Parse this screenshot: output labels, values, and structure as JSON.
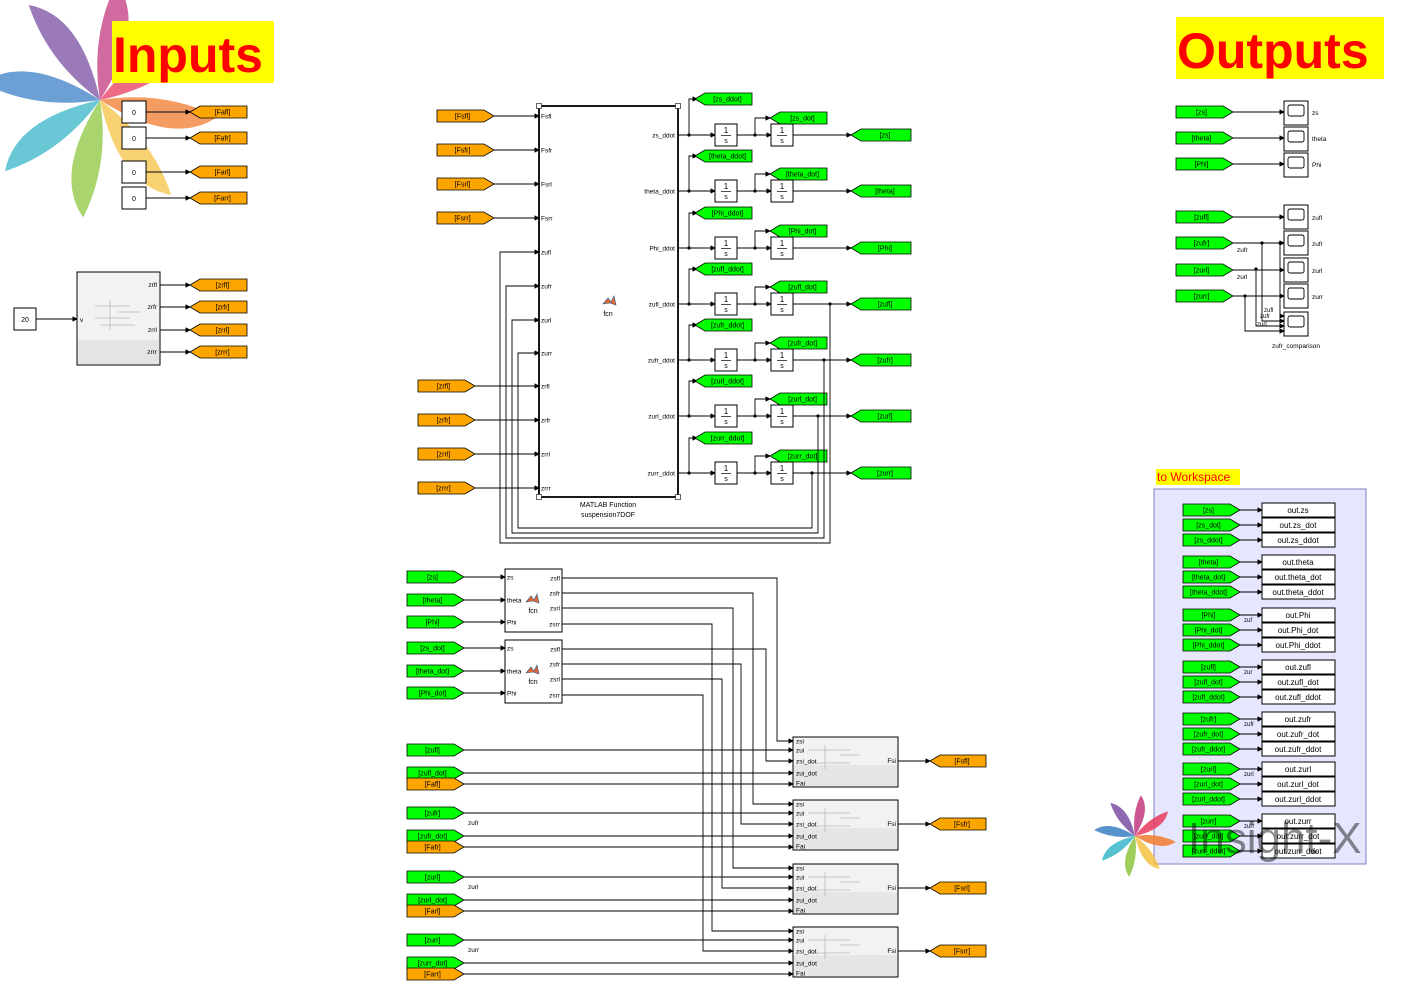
{
  "titles": {
    "inputs": "Inputs",
    "outputs": "Outputs",
    "workspace": "to Workspace"
  },
  "colors": {
    "goto": "#00ff00",
    "from_orange": "#ffa500",
    "title_bg": "#ffff00",
    "title_fg": "#ff0000",
    "workspace_bg": "#e6e6ff"
  },
  "constants": {
    "values": [
      "0",
      "0",
      "0",
      "0"
    ],
    "targets": [
      "[Fafl]",
      "[Fafr]",
      "[Farl]",
      "[Farr]"
    ]
  },
  "road": {
    "speed": "20",
    "in_port": "v",
    "outputs": [
      "zrfl",
      "zrfr",
      "zrrl",
      "zrrr"
    ],
    "tags": [
      "[zrfl]",
      "[zrfr]",
      "[zrrl]",
      "[zrrr]"
    ]
  },
  "matlab": {
    "name": "MATLAB Function",
    "sub": "suspension7DOF",
    "fcn": "fcn",
    "inputs": [
      "Fsfl",
      "Fsfr",
      "Fsrl",
      "Fsrr",
      "zufl",
      "zufr",
      "zurl",
      "zurr",
      "zrfl",
      "zrfr",
      "zrrl",
      "zrrr"
    ],
    "force_tags": [
      "[Fsfl]",
      "[Fsfr]",
      "[Fsrl]",
      "[Fsrr]"
    ],
    "road_tags": [
      "[zrfl]",
      "[zrfr]",
      "[zrrl]",
      "[zrrr]"
    ],
    "outputs": [
      "zs_ddot",
      "theta_ddot",
      "Phi_ddot",
      "zufl_ddot",
      "zufr_ddot",
      "zurl_ddot",
      "zurr_ddot"
    ],
    "ddot_tags": [
      "[zs_ddot]",
      "[theta_ddot]",
      "[Phi_ddot]",
      "[zufl_ddot]",
      "[zufr_ddot]",
      "[zurl_ddot]",
      "[zurr_ddot]"
    ],
    "dot_tags": [
      "[zs_dot]",
      "[theta_dot]",
      "[Phi_dot]",
      "[zufl_dot]",
      "[zufr_dot]",
      "[zurl_dot]",
      "[zurr_dot]"
    ],
    "pos_tags": [
      "[zs]",
      "[theta]",
      "[Phi]",
      "[zufl]",
      "[zufr]",
      "[zurl]",
      "[zurr]"
    ]
  },
  "integrator": {
    "num": "1",
    "den": "s"
  },
  "fcn_blocks": {
    "inputs": [
      "zs",
      "theta",
      "Phi"
    ],
    "outputs": [
      "zsfl",
      "zsfr",
      "zsrl",
      "zsrr"
    ],
    "fcn": "fcn",
    "tags_a": [
      "[zs]",
      "[theta]",
      "[Phi]"
    ],
    "tags_b": [
      "[zs_dot]",
      "[theta_dot]",
      "[Phi_dot]"
    ]
  },
  "force_blocks": {
    "inputs": [
      "zsi",
      "zui",
      "zsi_dot",
      "zui_dot",
      "Fai"
    ],
    "output": "Fsi",
    "rows": [
      {
        "zu": "[zufl]",
        "zu_dot": "[zufl_dot]",
        "fa": "[Fafl]",
        "out": "[Fsfl]",
        "lbl": ""
      },
      {
        "zu": "[zufr]",
        "zu_dot": "[zufr_dot]",
        "fa": "[Fafr]",
        "out": "[Fsfr]",
        "lbl": "zufr"
      },
      {
        "zu": "[zurl]",
        "zu_dot": "[zurl_dot]",
        "fa": "[Farl]",
        "out": "[Fsrl]",
        "lbl": "zurl"
      },
      {
        "zu": "[zurr]",
        "zu_dot": "[zurr_dot]",
        "fa": "[Farr]",
        "out": "[Fsrr]",
        "lbl": "zurr"
      }
    ]
  },
  "scopes": {
    "top": [
      {
        "tag": "[zs]",
        "lbl": "zs"
      },
      {
        "tag": "[theta]",
        "lbl": "theta"
      },
      {
        "tag": "[Phi]",
        "lbl": "Phi"
      }
    ],
    "bottom_tags": [
      "[zufl]",
      "[zufr]",
      "[zurl]",
      "[zurr]"
    ],
    "bottom_lbls": [
      "zufl",
      "zufr",
      "zurl",
      "zurr"
    ],
    "wire_lbls": [
      "zufr",
      "zurl",
      "zufl",
      "zufr",
      "zurl"
    ],
    "comparison": "zufr_comparison"
  },
  "workspace": {
    "groups": [
      {
        "tags": [
          "[zs]",
          "[zs_dot]",
          "[zs_ddot]"
        ],
        "vars": [
          "out.zs",
          "out.zs_dot",
          "out.zs_ddot"
        ],
        "lbl": ""
      },
      {
        "tags": [
          "[theta]",
          "[theta_dot]",
          "[theta_ddot]"
        ],
        "vars": [
          "out.theta",
          "out.theta_dot",
          "out.theta_ddot"
        ],
        "lbl": ""
      },
      {
        "tags": [
          "[Phi]",
          "[Phi_dot]",
          "[Phi_ddot]"
        ],
        "vars": [
          "out.Phi",
          "out.Phi_dot",
          "out.Phi_ddot"
        ],
        "lbl": "zuf"
      },
      {
        "tags": [
          "[zufl]",
          "[zufl_dot]",
          "[zufl_ddot]"
        ],
        "vars": [
          "out.zufl",
          "out.zufl_dot",
          "out.zufl_ddot"
        ],
        "lbl": "zur"
      },
      {
        "tags": [
          "[zufr]",
          "[zufr_dot]",
          "[zufr_ddot]"
        ],
        "vars": [
          "out.zufr",
          "out.zufr_dot",
          "out.zufr_ddot"
        ],
        "lbl": "zufr"
      },
      {
        "tags": [
          "[zurl]",
          "[zurl_dot]",
          "[zurl_ddot]"
        ],
        "vars": [
          "out.zurl",
          "out.zurl_dot",
          "out.zurl_ddot"
        ],
        "lbl": "zurl"
      },
      {
        "tags": [
          "[zurr]",
          "[zurr_dot]",
          "[zurr_ddot]"
        ],
        "vars": [
          "out.zurr",
          "out.zurr_dot",
          "out.zurr_ddot"
        ],
        "lbl": "zurr"
      }
    ]
  },
  "watermark": {
    "text": "Insight-X"
  }
}
